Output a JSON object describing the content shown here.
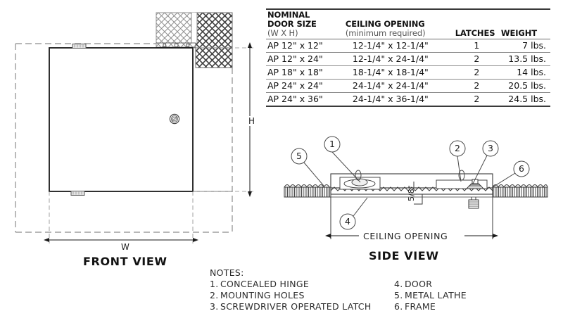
{
  "table": {
    "headers": {
      "size_line1": "NOMINAL",
      "size_line2": "DOOR SIZE",
      "size_line3": "(W X H)",
      "opening_line1": "CEILING OPENING",
      "opening_line2": "(minimum required)",
      "latches": "LATCHES",
      "weight": "WEIGHT"
    },
    "rows": [
      {
        "size": "AP 12\" x 12\"",
        "opening": "12-1/4\" x 12-1/4\"",
        "latches": "1",
        "weight": "7 lbs."
      },
      {
        "size": "AP 12\" x 24\"",
        "opening": "12-1/4\" x 24-1/4\"",
        "latches": "2",
        "weight": "13.5 lbs."
      },
      {
        "size": "AP 18\" x 18\"",
        "opening": "18-1/4\" x 18-1/4\"",
        "latches": "2",
        "weight": "14 lbs."
      },
      {
        "size": "AP 24\" x 24\"",
        "opening": "24-1/4\" x 24-1/4\"",
        "latches": "2",
        "weight": "20.5 lbs."
      },
      {
        "size": "AP 24\" x 36\"",
        "opening": "24-1/4\" x 36-1/4\"",
        "latches": "2",
        "weight": "24.5 lbs."
      }
    ]
  },
  "views": {
    "front_caption": "FRONT VIEW",
    "side_caption": "SIDE VIEW"
  },
  "dimensions": {
    "width": "W",
    "height": "H",
    "ceiling_opening": "CEILING OPENING",
    "thickness": "5/8\""
  },
  "callouts": [
    {
      "id": "1",
      "value": "1"
    },
    {
      "id": "2",
      "value": "2"
    },
    {
      "id": "3",
      "value": "3"
    },
    {
      "id": "4",
      "value": "4"
    },
    {
      "id": "5",
      "value": "5"
    },
    {
      "id": "6",
      "value": "6"
    }
  ],
  "notes": {
    "title": "NOTES:",
    "left": [
      {
        "num": "1.",
        "text": "CONCEALED HINGE"
      },
      {
        "num": "2.",
        "text": "MOUNTING HOLES"
      },
      {
        "num": "3.",
        "text": "SCREWDRIVER OPERATED LATCH"
      }
    ],
    "right": [
      {
        "num": "4.",
        "text": "DOOR"
      },
      {
        "num": "5.",
        "text": "METAL LATHE"
      },
      {
        "num": "6.",
        "text": "FRAME"
      }
    ]
  },
  "colors": {
    "line": "#1a1a1a",
    "thin_line": "#6a6a6a",
    "hatch_light": "#9a9a9a",
    "hatch_dark": "#4a4a4a",
    "rule": "#3a3a3a"
  }
}
